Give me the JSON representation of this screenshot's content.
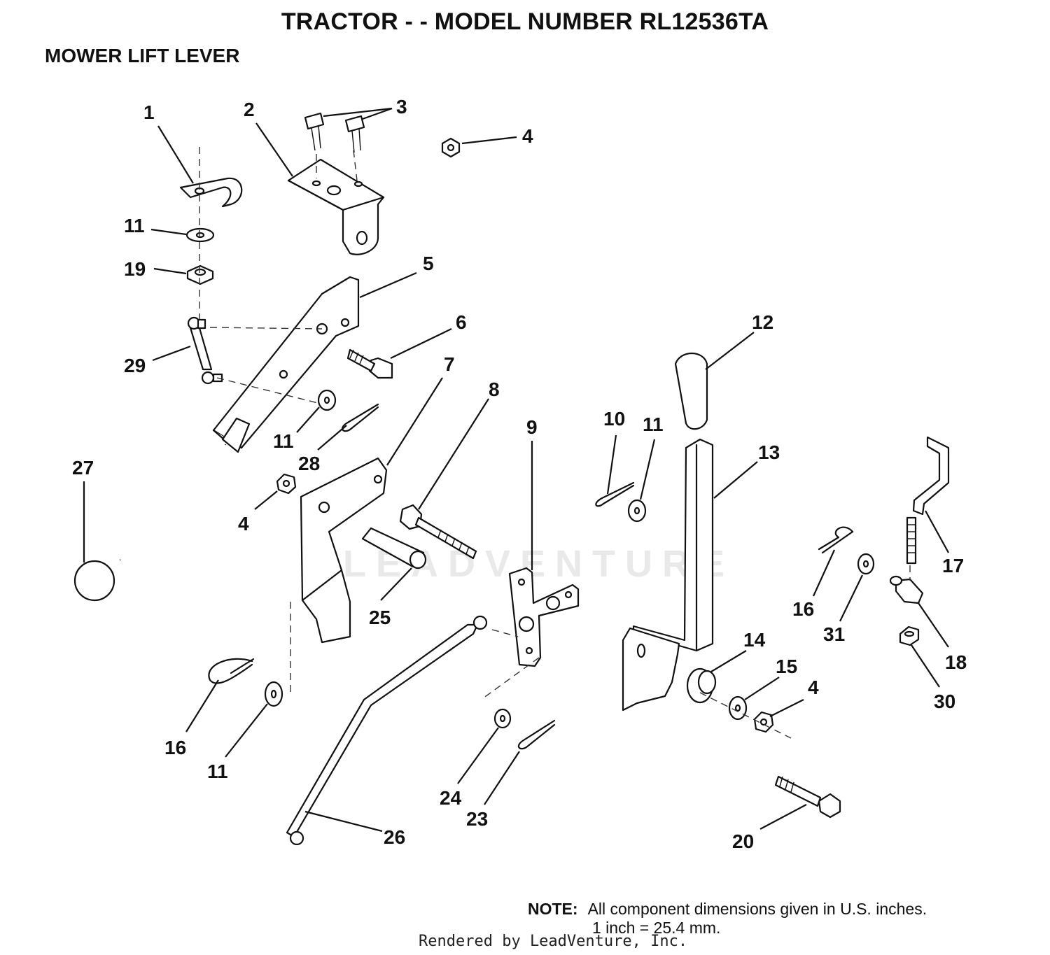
{
  "header": {
    "title": "TRACTOR - - MODEL NUMBER RL12536TA",
    "section": "MOWER LIFT LEVER"
  },
  "callouts": [
    "1",
    "2",
    "3",
    "4",
    "11",
    "19",
    "5",
    "6",
    "29",
    "7",
    "8",
    "9",
    "10",
    "11",
    "12",
    "13",
    "11",
    "28",
    "4",
    "27",
    "25",
    "16",
    "11",
    "14",
    "15",
    "4",
    "16",
    "31",
    "17",
    "18",
    "30",
    "24",
    "23",
    "26",
    "20"
  ],
  "watermark": "LEADVENTURE",
  "note": {
    "label": "NOTE:",
    "line1": "All component dimensions given in U.S. inches.",
    "line2": "1 inch = 25.4 mm."
  },
  "footer": "Rendered by LeadVenture, Inc."
}
